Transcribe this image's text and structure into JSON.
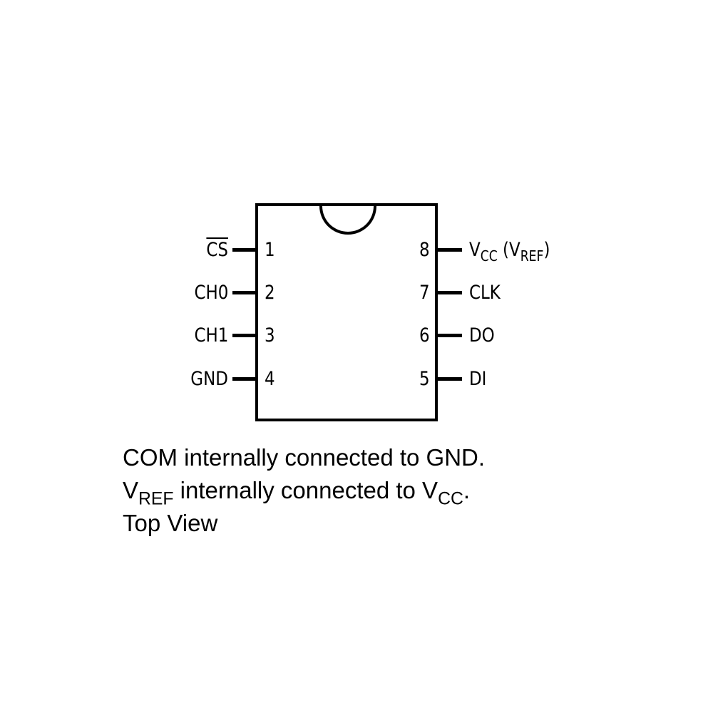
{
  "pins": {
    "p1": {
      "number": "1",
      "name": "CS"
    },
    "p2": {
      "number": "2",
      "name": "CH0"
    },
    "p3": {
      "number": "3",
      "name": "CH1"
    },
    "p4": {
      "number": "4",
      "name": "GND"
    },
    "p5": {
      "number": "5",
      "name": "DI"
    },
    "p6": {
      "number": "6",
      "name": "DO"
    },
    "p7": {
      "number": "7",
      "name": "CLK"
    },
    "p8": {
      "number": "8",
      "name_main": "V",
      "name_sub": "CC",
      "name_paren_open": " (V",
      "name_paren_sub": "REF",
      "name_paren_close": ")"
    }
  },
  "notes": {
    "line1": "COM internally connected to GND.",
    "line2_a": "V",
    "line2_sub_a": "REF",
    "line2_b": " internally connected to V",
    "line2_sub_b": "CC",
    "line2_c": ".",
    "line3": "Top View"
  }
}
